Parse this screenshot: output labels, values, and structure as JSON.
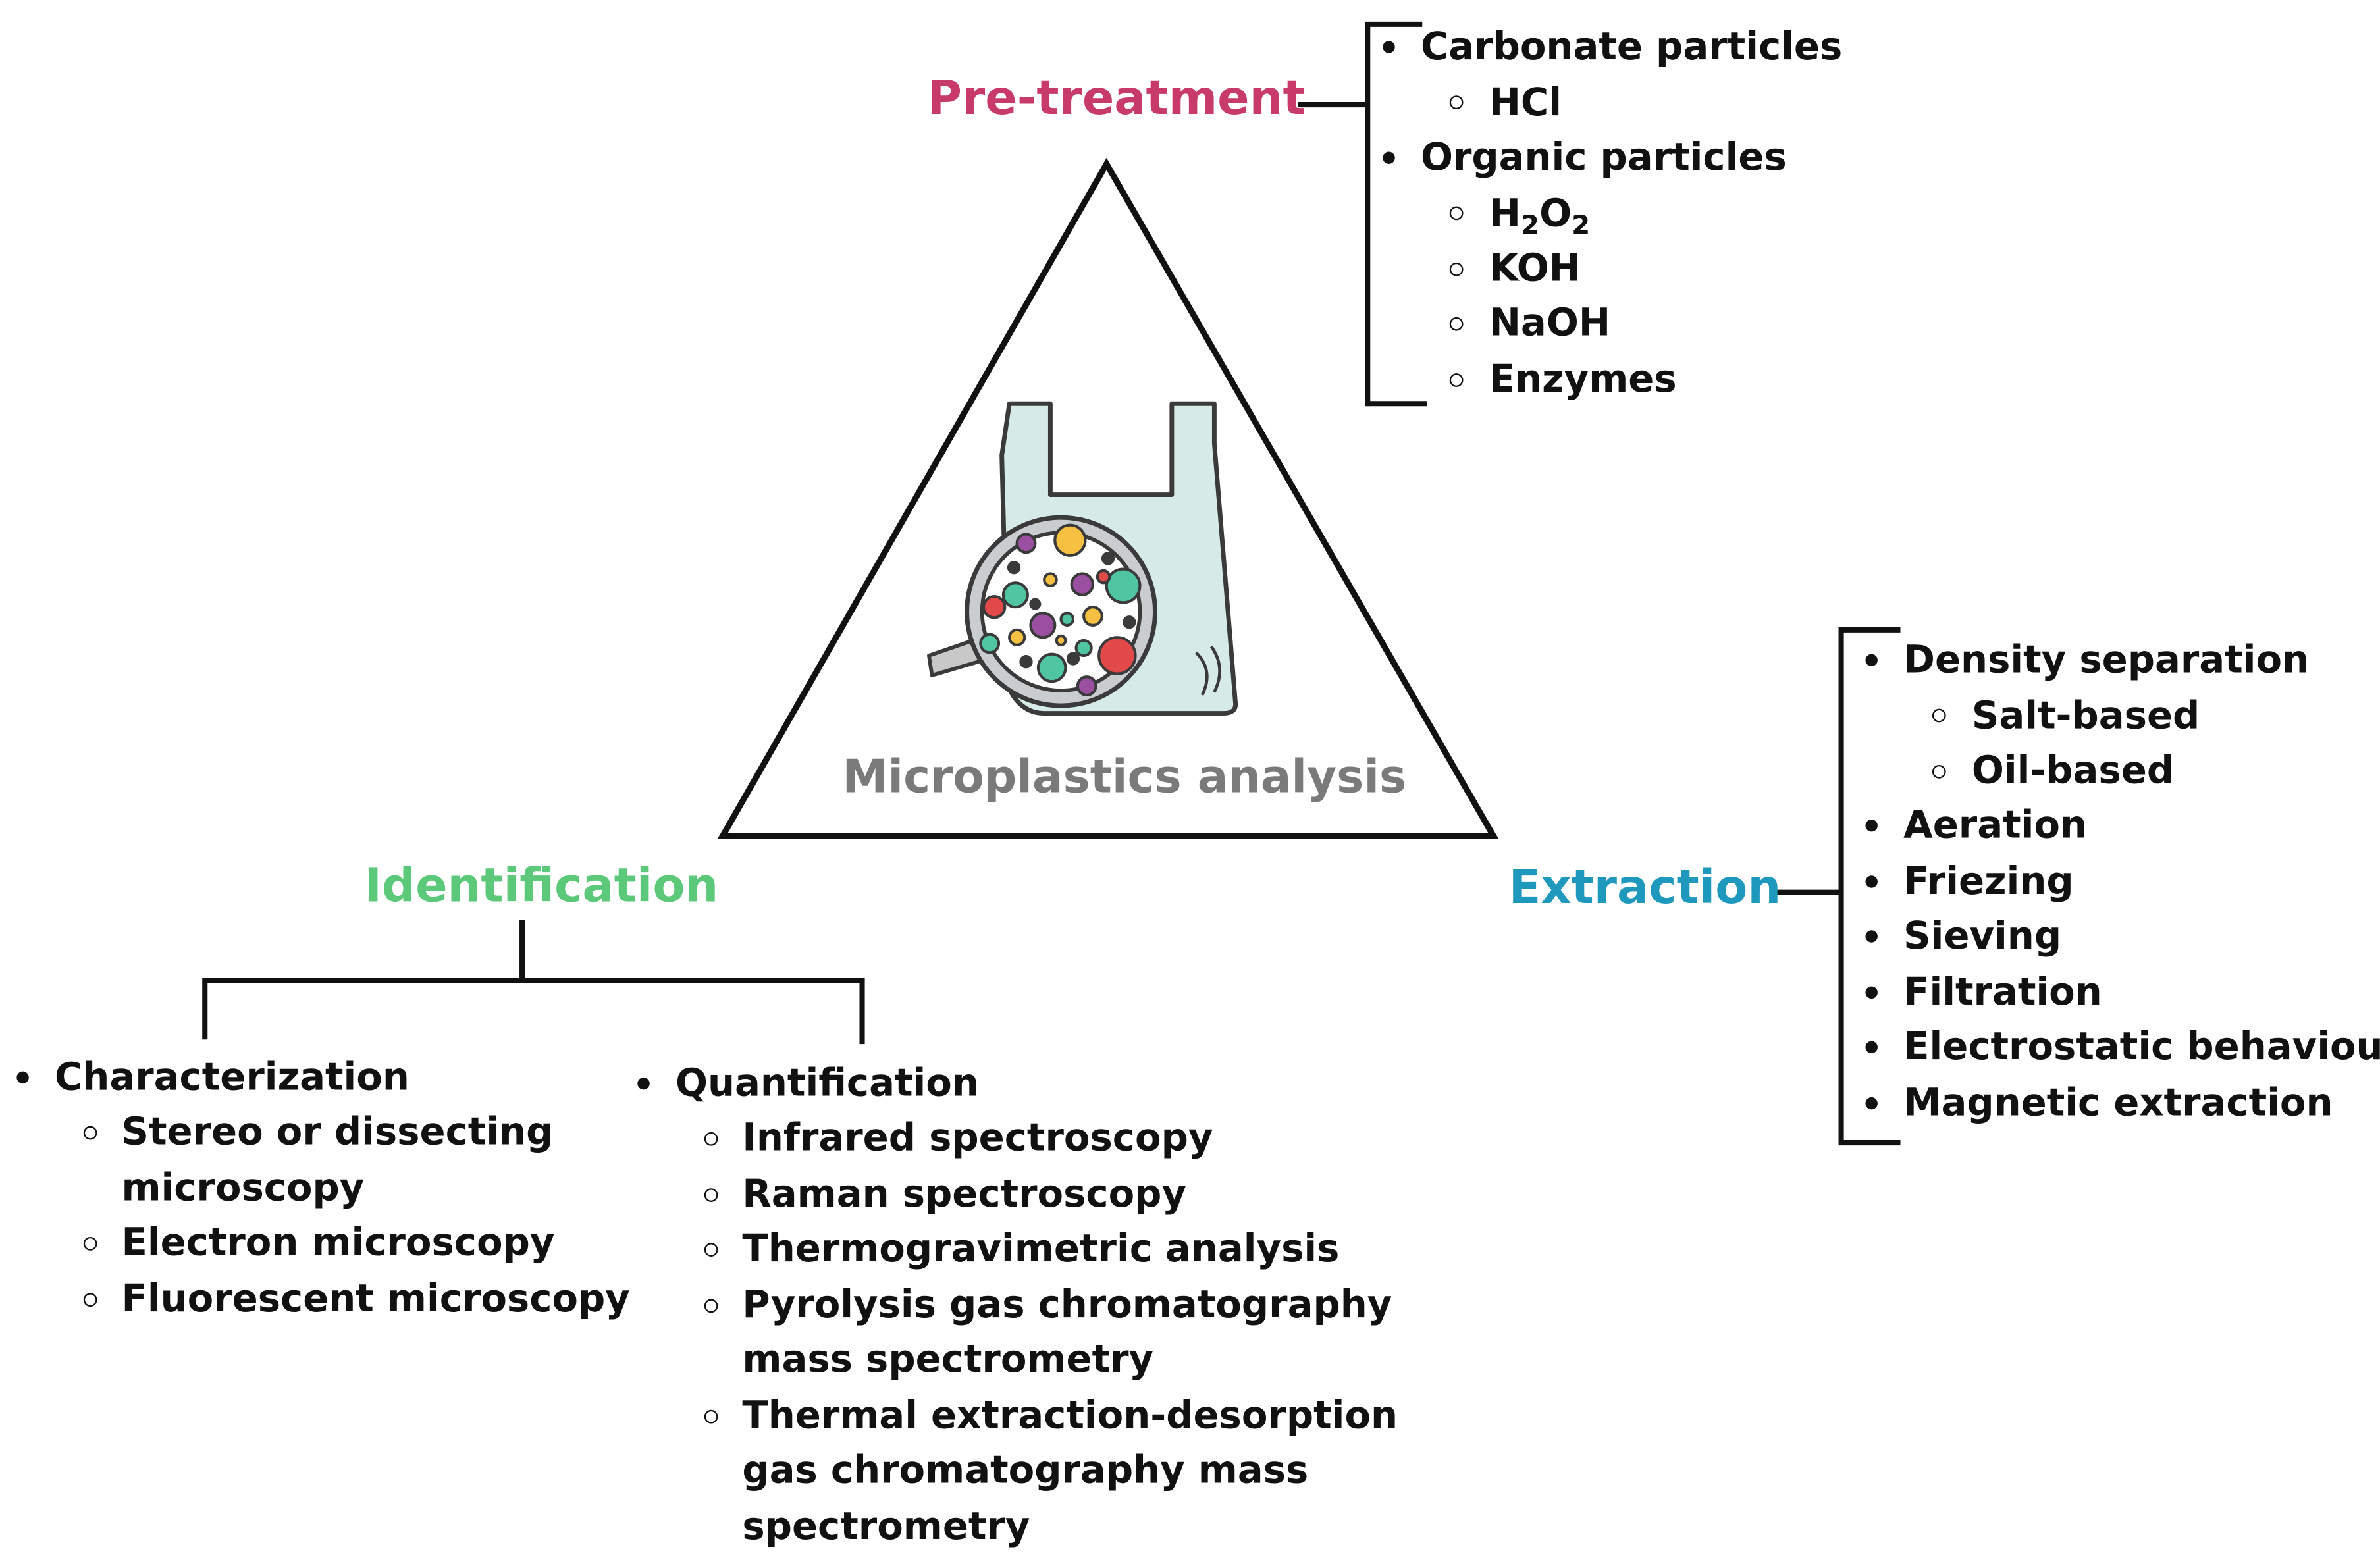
{
  "center": {
    "title": "Microplastics analysis"
  },
  "colors": {
    "pretreatment": "#c83a6a",
    "identification": "#5cc97a",
    "extraction": "#1f98bd",
    "center_title": "#7a7a7a"
  },
  "pretreatment": {
    "heading": "Pre-treatment",
    "items": {
      "carbonate": "Carbonate particles",
      "hcl": "HCl",
      "organic": "Organic particles",
      "h2o2": {
        "h": "H",
        "two_a": "2",
        "o": "O",
        "two_b": "2"
      },
      "koh": "KOH",
      "naoh": "NaOH",
      "enzymes": "Enzymes"
    }
  },
  "extraction": {
    "heading": "Extraction",
    "items": {
      "density": "Density separation",
      "salt": "Salt-based",
      "oil": "Oil-based",
      "aeration": "Aeration",
      "friezing": "Friezing",
      "sieving": "Sieving",
      "filtration": "Filtration",
      "electrostatic": "Electrostatic behaviour",
      "magnetic": "Magnetic extraction"
    }
  },
  "identification": {
    "heading": "Identification",
    "characterization": {
      "title": "Characterization",
      "stereo_1": "Stereo or dissecting",
      "stereo_2": "microscopy",
      "electron": "Electron microscopy",
      "fluorescent": "Fluorescent microscopy"
    },
    "quantification": {
      "title": "Quantification",
      "infrared": "Infrared spectroscopy",
      "raman": "Raman spectroscopy",
      "thermo": "Thermogravimetric analysis",
      "pyro_1": "Pyrolysis gas chromatography",
      "pyro_2": "mass spectrometry",
      "ted_1": "Thermal extraction-desorption",
      "ted_2": "gas chromatography mass",
      "ted_3": "spectrometry"
    }
  }
}
